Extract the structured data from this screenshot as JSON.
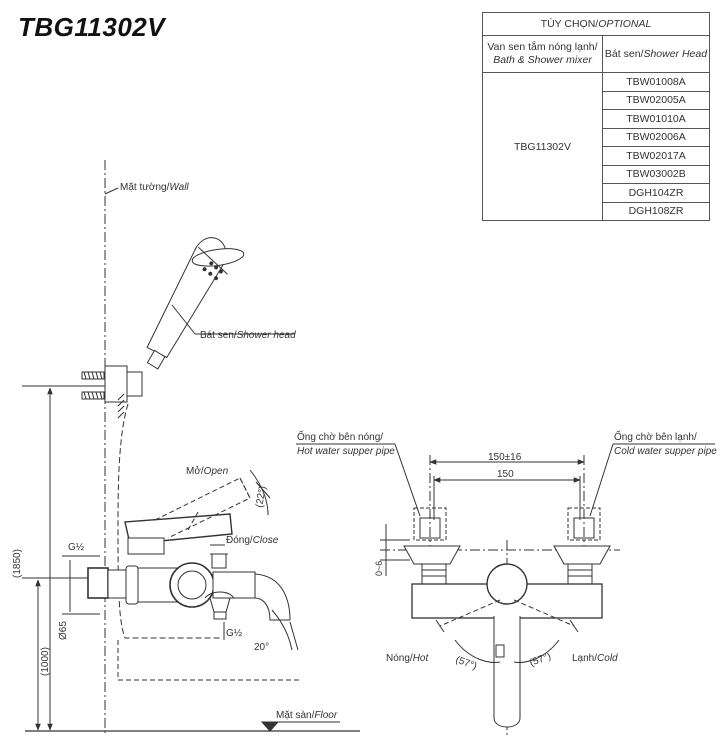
{
  "title": "TBG11302V",
  "optional_table": {
    "header": "TÙY CHỌN/",
    "header_en": "OPTIONAL",
    "col1_vi": "Van sen tắm nóng lạnh/",
    "col1_en": "Bath & Shower mixer",
    "col2_vi": "Bát sen/",
    "col2_en": "Shower Head",
    "mixer_model": "TBG11302V",
    "shower_heads": [
      "TBW01008A",
      "TBW02005A",
      "TBW01010A",
      "TBW02006A",
      "TBW02017A",
      "TBW03002B",
      "DGH104ZR",
      "DGH108ZR"
    ]
  },
  "side_view": {
    "wall_label_vi": "Mặt tường/",
    "wall_label_en": "Wall",
    "shower_head_label_vi": "Bát sen/",
    "shower_head_label_en": "Shower head",
    "open_label_vi": "Mở/",
    "open_label_en": "Open",
    "close_label_vi": "Đóng/",
    "close_label_en": "Close",
    "angle_handle": "(22°)",
    "angle_spout": "20°",
    "thread_top": "G½",
    "thread_bottom": "G½",
    "dim_total": "(1850)",
    "dim_floor": "(1000)",
    "dim_diameter": "Ø65",
    "floor_label_vi": "Mặt sàn/",
    "floor_label_en": "Floor"
  },
  "front_view": {
    "hot_pipe_vi": "Ống chờ bên nóng/",
    "hot_pipe_en": "Hot water supper pipe",
    "cold_pipe_vi": "Ống chờ bên lạnh/",
    "cold_pipe_en": "Cold water supper pipe",
    "dim_outer": "150±16",
    "dim_inner": "150",
    "dim_offset": "0~6",
    "hot_vi": "Nóng/",
    "hot_en": "Hot",
    "cold_vi": "Lạnh/",
    "cold_en": "Cold",
    "angle_left": "(57°)",
    "angle_right": "(57°)"
  }
}
